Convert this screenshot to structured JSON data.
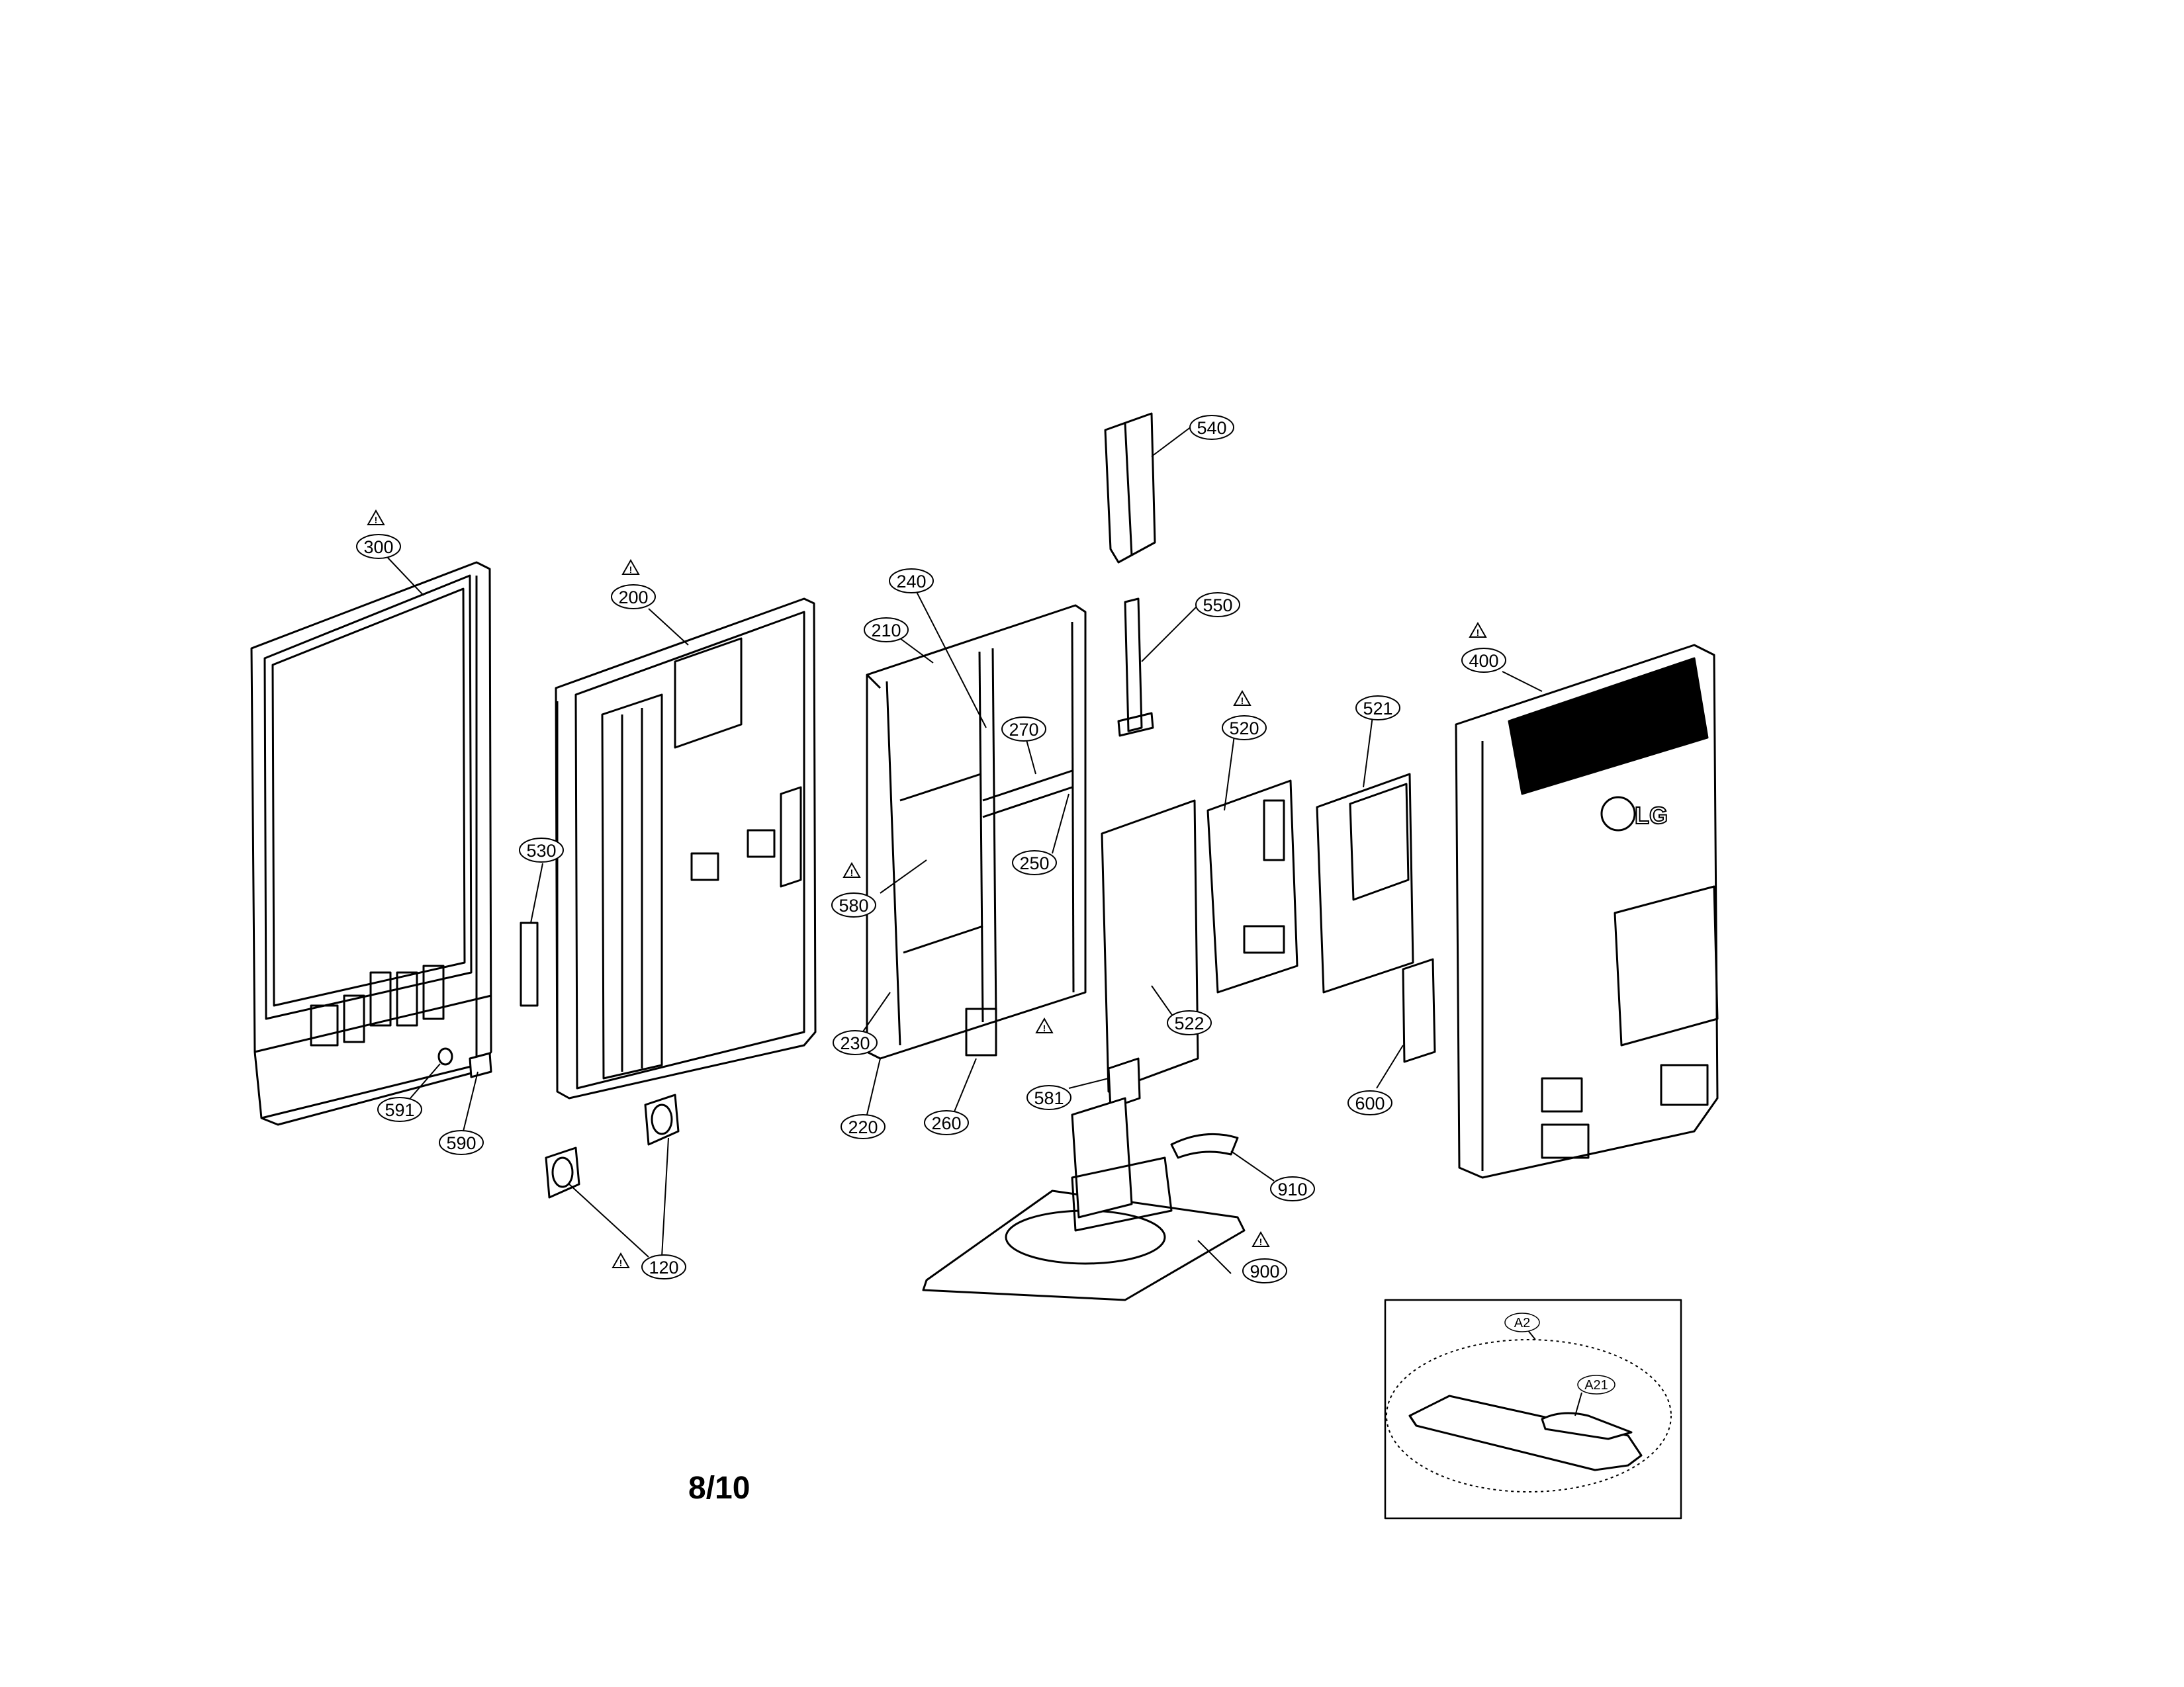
{
  "callouts": {
    "c300": "300",
    "c200": "200",
    "c530": "530",
    "c591": "591",
    "c590": "590",
    "c120": "120",
    "c240": "240",
    "c210": "210",
    "c270": "270",
    "c250": "250",
    "c580": "580",
    "c230": "230",
    "c220": "220",
    "c260": "260",
    "c540": "540",
    "c550": "550",
    "c520": "520",
    "c521": "521",
    "c522": "522",
    "c581": "581",
    "c910": "910",
    "c900": "900",
    "c600": "600",
    "c400": "400"
  },
  "inset": {
    "a2": "A2",
    "a21": "A21"
  },
  "logo_text": "LG",
  "page_number": "8/10",
  "warning_symbol": "⚠"
}
